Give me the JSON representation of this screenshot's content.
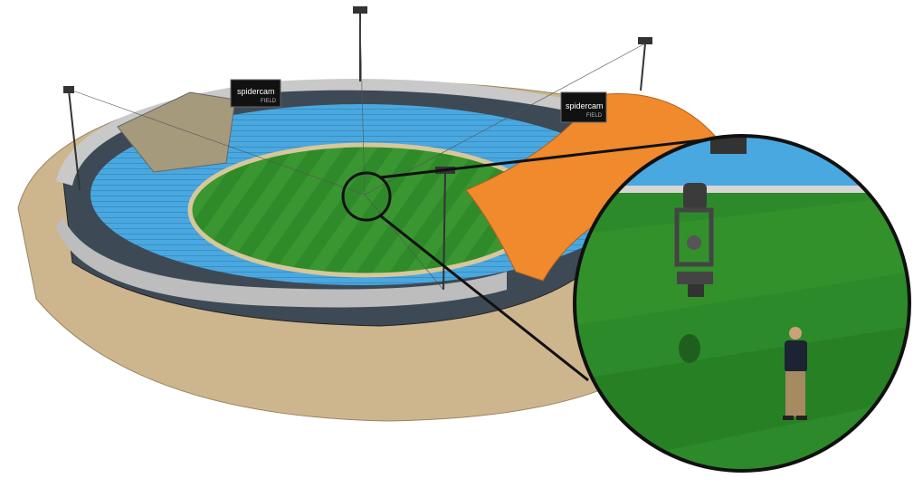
{
  "billboards": [
    {
      "brand": "spidercam",
      "sub": "FIELD"
    },
    {
      "brand": "spidercam",
      "sub": "FIELD"
    }
  ],
  "colors": {
    "pitch": "#2f8a2a",
    "seats": "#4aa8e0",
    "roof_orange": "#f08a2c",
    "concourse": "#cdb58e",
    "callout_border": "#111111"
  }
}
